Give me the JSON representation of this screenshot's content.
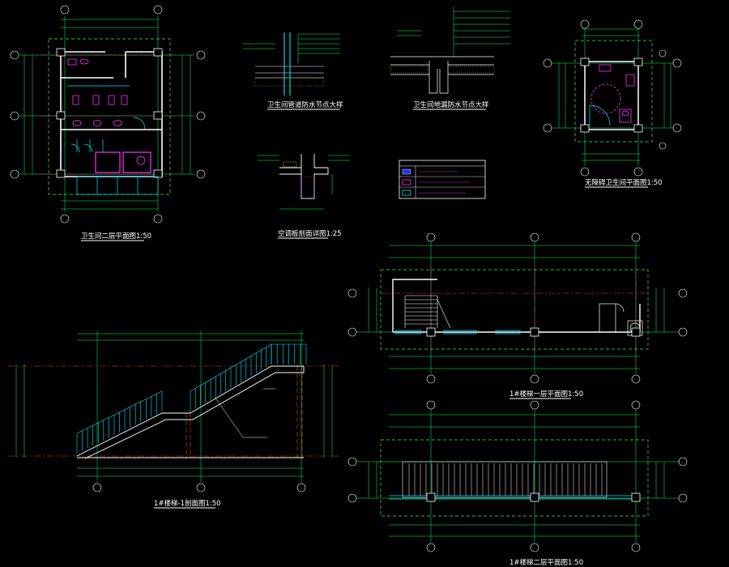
{
  "titles": {
    "toilet_2f_plan": "卫生间二层平面图1:50",
    "pipe_wall_detail": "卫生间管道防水节点大样",
    "floor_drain_detail": "卫生间地漏防水节点大样",
    "accessible_toilet_plan": "无障碍卫生间平面图1:50",
    "ac_board_detail": "空调板剖面详图1:25",
    "stair_section": "1#楼梯-1剖面图1:50",
    "stair_1f_plan": "1#楼梯一层平面图1:50",
    "stair_2f_plan": "1#楼梯二层平面图1:50"
  },
  "colors": {
    "background": "#000000",
    "dimension": "#00ff66",
    "wall": "#ffffff",
    "axis_line": "#ff3b3b",
    "fixture": "#ff33ff",
    "railing": "#00e5ff",
    "hatch": "#ffff33",
    "frame": "#33ff33",
    "legend_box": "#2233ff"
  },
  "legend": {
    "rows": [
      "",
      "",
      ""
    ]
  }
}
